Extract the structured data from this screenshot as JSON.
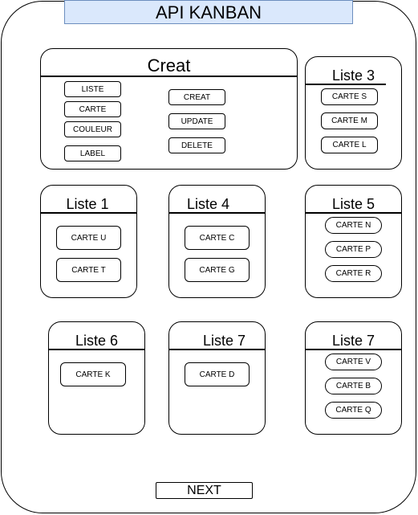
{
  "app_title": "API KANBAN",
  "creat_panel": {
    "title": "Creat",
    "left_buttons": [
      "LISTE",
      "CARTE",
      "COULEUR",
      "LABEL"
    ],
    "right_buttons": [
      "CREAT",
      "UPDATE",
      "DELETE"
    ]
  },
  "lists": [
    {
      "title": "Liste 3",
      "cards": [
        "CARTE S",
        "CARTE M",
        "CARTE L"
      ]
    },
    {
      "title": "Liste 1",
      "cards": [
        "CARTE U",
        "CARTE T"
      ]
    },
    {
      "title": "Liste 4",
      "cards": [
        "CARTE C",
        "CARTE G"
      ]
    },
    {
      "title": "Liste 5",
      "cards": [
        "CARTE N",
        "CARTE P",
        "CARTE R"
      ]
    },
    {
      "title": "Liste 6",
      "cards": [
        "CARTE K"
      ]
    },
    {
      "title": "Liste 7",
      "cards": [
        "CARTE D"
      ]
    },
    {
      "title": "Liste 7",
      "cards": [
        "CARTE V",
        "CARTE B",
        "CARTE Q"
      ]
    }
  ],
  "next_label": "NEXT"
}
